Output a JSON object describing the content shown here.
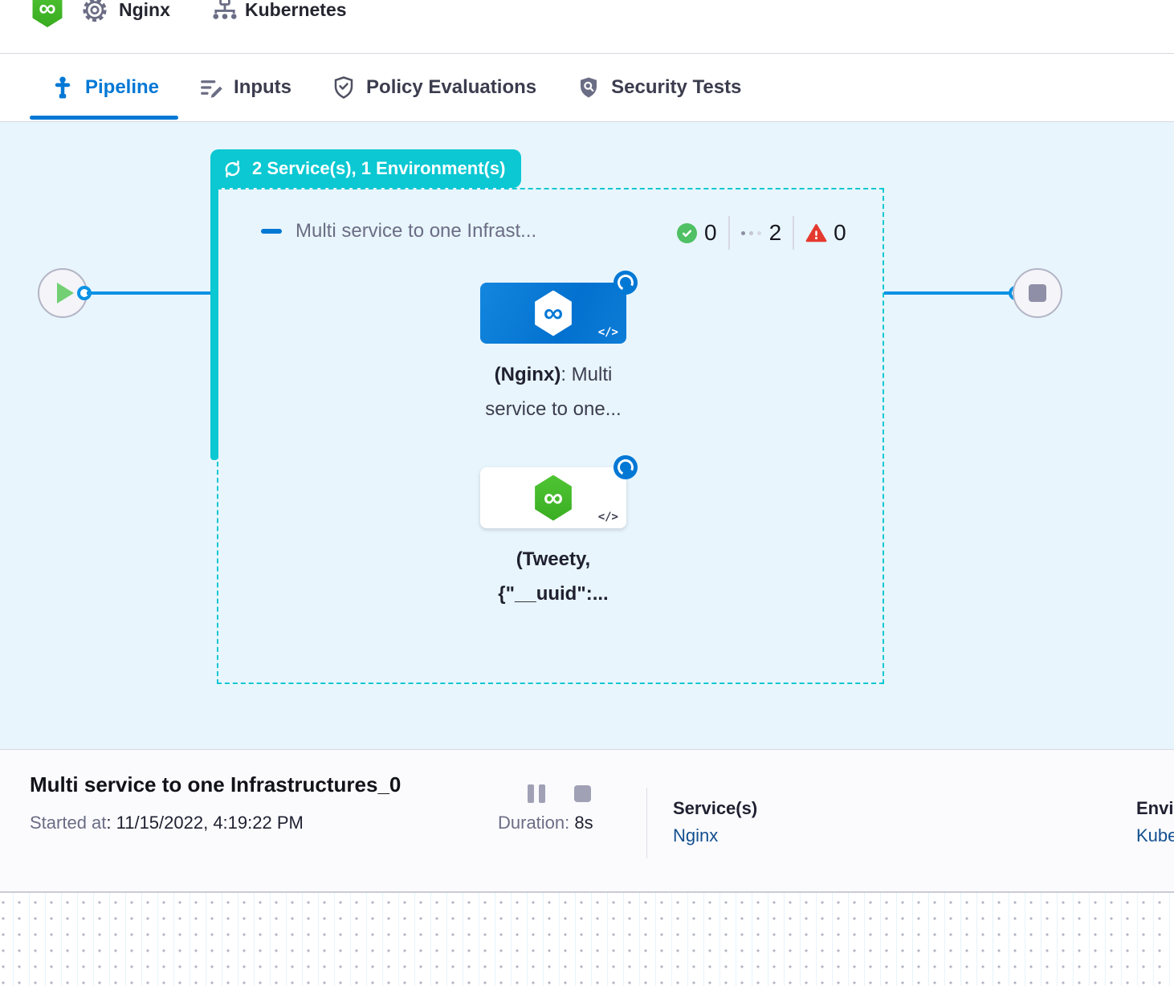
{
  "icons": {
    "infinity": "∞",
    "code": "</>"
  },
  "topbar": {
    "service": {
      "label": "Nginx"
    },
    "environment": {
      "label": "Kubernetes"
    }
  },
  "tabs": {
    "pipeline": "Pipeline",
    "inputs": "Inputs",
    "policy": "Policy Evaluations",
    "security": "Security Tests"
  },
  "graph": {
    "group_badge": "2 Service(s), 1 Environment(s)",
    "stage": {
      "title": "Multi service to one Infrast...",
      "succeeded": "0",
      "running": "2",
      "failed": "0"
    },
    "nodes": {
      "nginx": {
        "label_bold": "(Nginx)",
        "label_rest": ": Multi",
        "label_line2": "service to one..."
      },
      "tweety": {
        "label_line1": "(Tweety,",
        "label_line2": "{\"__uuid\":..."
      }
    }
  },
  "summary": {
    "title": "Multi service to one Infrastructures_0",
    "started_label": "Started at",
    "started_value": ": 11/15/2022, 4:19:22 PM",
    "duration_label": "Duration:",
    "duration_value": " 8s",
    "services_header": "Service(s)",
    "services_value": "Nginx",
    "environments_header": "Environment(s)",
    "environments_value": "Kubernetes"
  }
}
